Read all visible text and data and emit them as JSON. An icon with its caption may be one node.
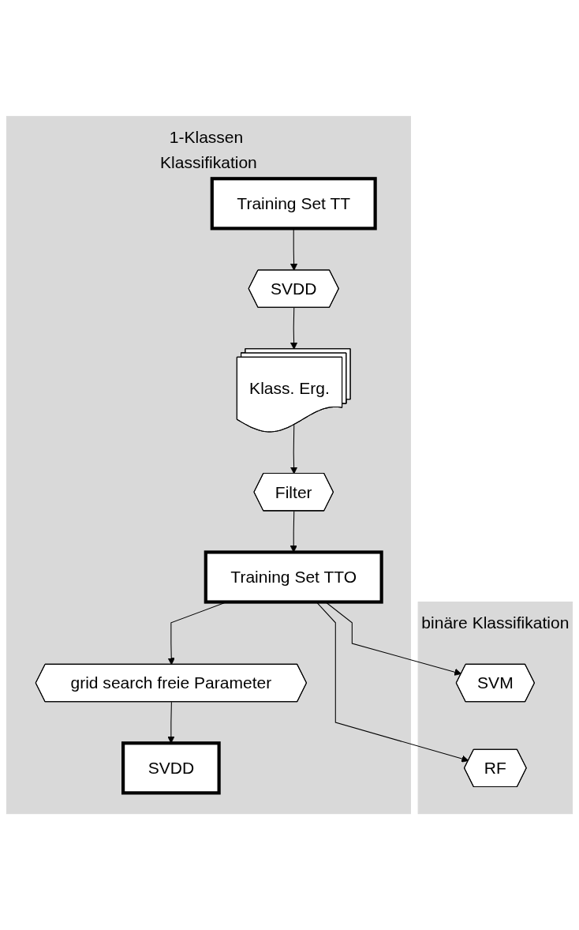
{
  "diagram": {
    "nodes": [
      {
        "text": [
          "1-Klassen Klassifikation"
        ]
      },
      {
        "text": [
          "Training Set TT"
        ],
        "in": 0
      },
      {
        "text": [
          "SVDD"
        ],
        "in": 0
      },
      {
        "text": [
          "Klass. Erg."
        ],
        "in": 0
      },
      {
        "text": [
          "Filter"
        ],
        "in": 0
      },
      {
        "text": [
          "Training Set TTO"
        ],
        "in": 0
      },
      {
        "text": [
          "grid search freie Parameter"
        ],
        "in": 0
      },
      {
        "text": [
          "SVDD"
        ],
        "in": 0
      },
      {
        "text": [
          "binäre Klassifikation"
        ]
      },
      {
        "text": [
          "SVM"
        ],
        "in": 8
      },
      {
        "text": [
          "RF"
        ],
        "in": 8
      }
    ],
    "edges": [
      {
        "from": 1,
        "to": 2,
        "arrow": "to"
      },
      {
        "from": 2,
        "to": 3,
        "arrow": "to"
      },
      {
        "from": 3,
        "to": 4,
        "arrow": "to"
      },
      {
        "from": 4,
        "to": 5,
        "arrow": "to"
      },
      {
        "from": 5,
        "to": 9,
        "arrow": "to"
      },
      {
        "from": 5,
        "to": 10,
        "arrow": "to"
      },
      {
        "from": 5,
        "to": 6,
        "arrow": "to"
      },
      {
        "from": 6,
        "to": 7,
        "arrow": "to"
      }
    ]
  }
}
